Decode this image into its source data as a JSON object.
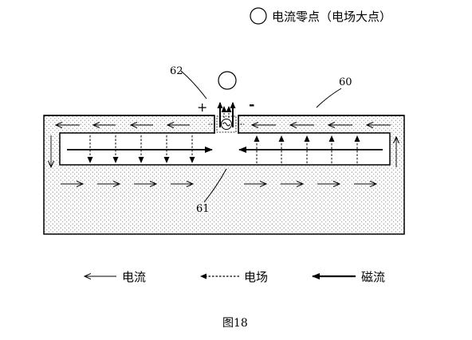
{
  "legend_top": {
    "label": "电流零点（电场大点）"
  },
  "labels": {
    "n62": "62",
    "n60": "60",
    "n61": "61",
    "plus": "+",
    "minus": "-"
  },
  "legend_bottom": {
    "current": "电流",
    "efield": "电场",
    "magflux": "磁流"
  },
  "caption": "图18"
}
